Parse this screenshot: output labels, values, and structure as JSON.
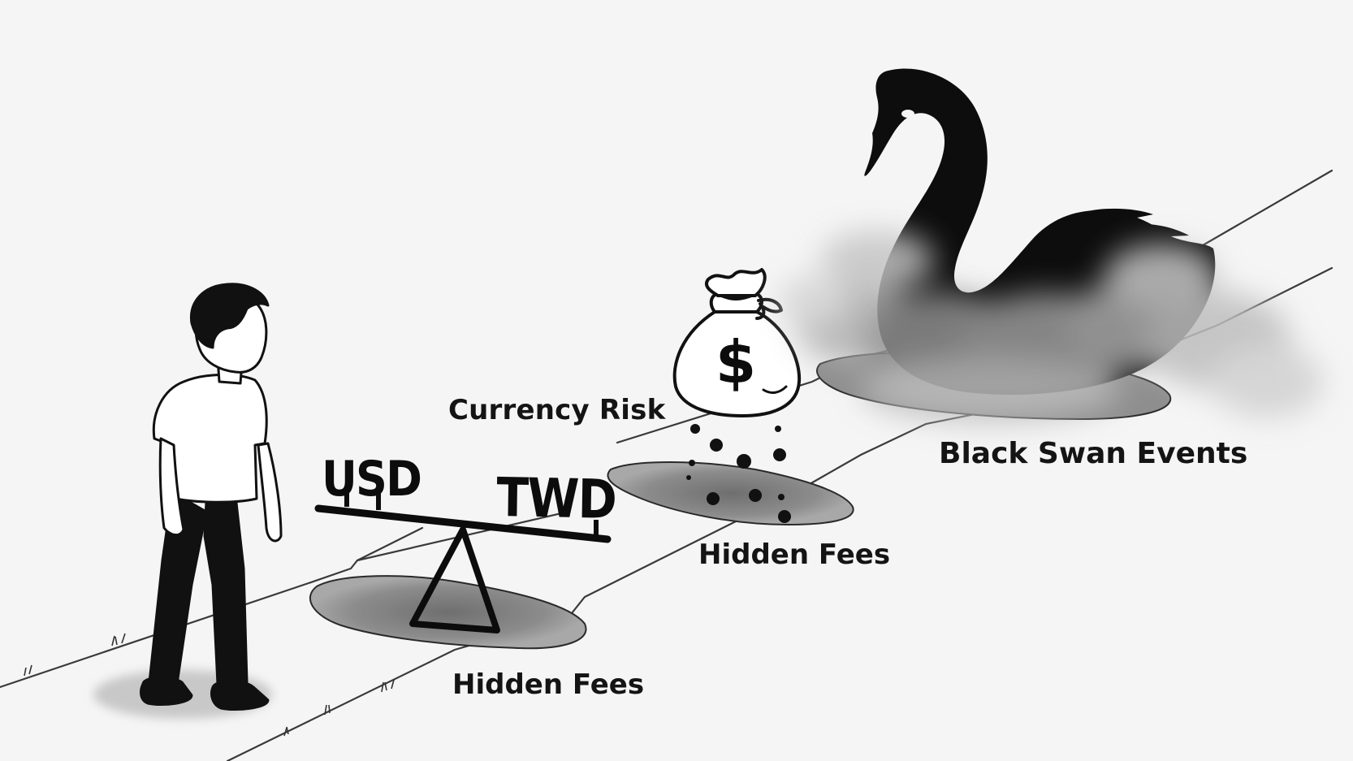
{
  "labels": {
    "currency_risk": "Currency Risk",
    "hidden_fees_mid": "Hidden Fees",
    "hidden_fees_low": "Hidden Fees",
    "black_swan": "Black Swan Events"
  },
  "seesaw": {
    "left_currency": "USD",
    "right_currency": "TWD"
  },
  "money_bag": {
    "symbol": "$"
  },
  "icons": [
    "person-figure-icon",
    "seesaw-icon",
    "money-bag-icon",
    "black-swan-icon",
    "fog-icon",
    "pothole-icon"
  ],
  "colors": {
    "background": "#f5f5f5",
    "ink": "#111111",
    "hole": "#8a8a8a",
    "fog": "#9a9a9a"
  }
}
